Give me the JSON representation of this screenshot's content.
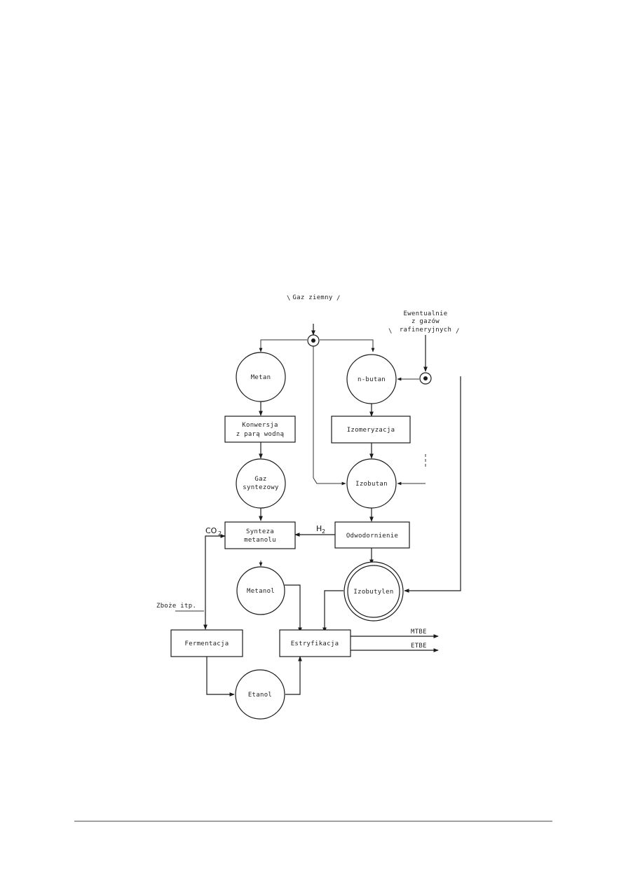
{
  "diagram": {
    "sources": {
      "natural_gas": "Gaz ziemny",
      "refinery_gas_line1": "Ewentualnie",
      "refinery_gas_line2": "z gazów",
      "refinery_gas_line3": "rafineryjnych"
    },
    "nodes": {
      "metan": "Metan",
      "n_butan": "n-butan",
      "konwersja_line1": "Konwersja",
      "konwersja_line2": "z parą wodną",
      "izomeryzacja": "Izomeryzacja",
      "gaz_syntezowy_line1": "Gaz",
      "gaz_syntezowy_line2": "syntezowy",
      "izobutan": "Izobutan",
      "synteza_line1": "Synteza",
      "synteza_line2": "metanolu",
      "odwodornienie": "Odwodornienie",
      "metanol": "Metanol",
      "izobutylen": "Izobutylen",
      "fermentacja": "Fermentacja",
      "estryfikacja": "Estryfikacja",
      "etanol": "Etanol"
    },
    "flow_labels": {
      "co2": "CO",
      "co2_sub": "2",
      "h2": "H",
      "h2_sub": "2",
      "input_left": "Zboże itp."
    },
    "products": {
      "mtbe": "MTBE",
      "etbe": "ETBE"
    }
  }
}
